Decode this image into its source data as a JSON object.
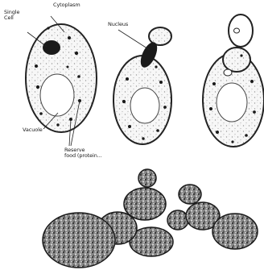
{
  "labels": {
    "single_cell": "Single\nCell",
    "cytoplasm": "Cytoplasm",
    "nucleus": "Nucleus",
    "vacuole": "Vacuole",
    "reserve_food": "Reserve\nfood (protein..."
  }
}
